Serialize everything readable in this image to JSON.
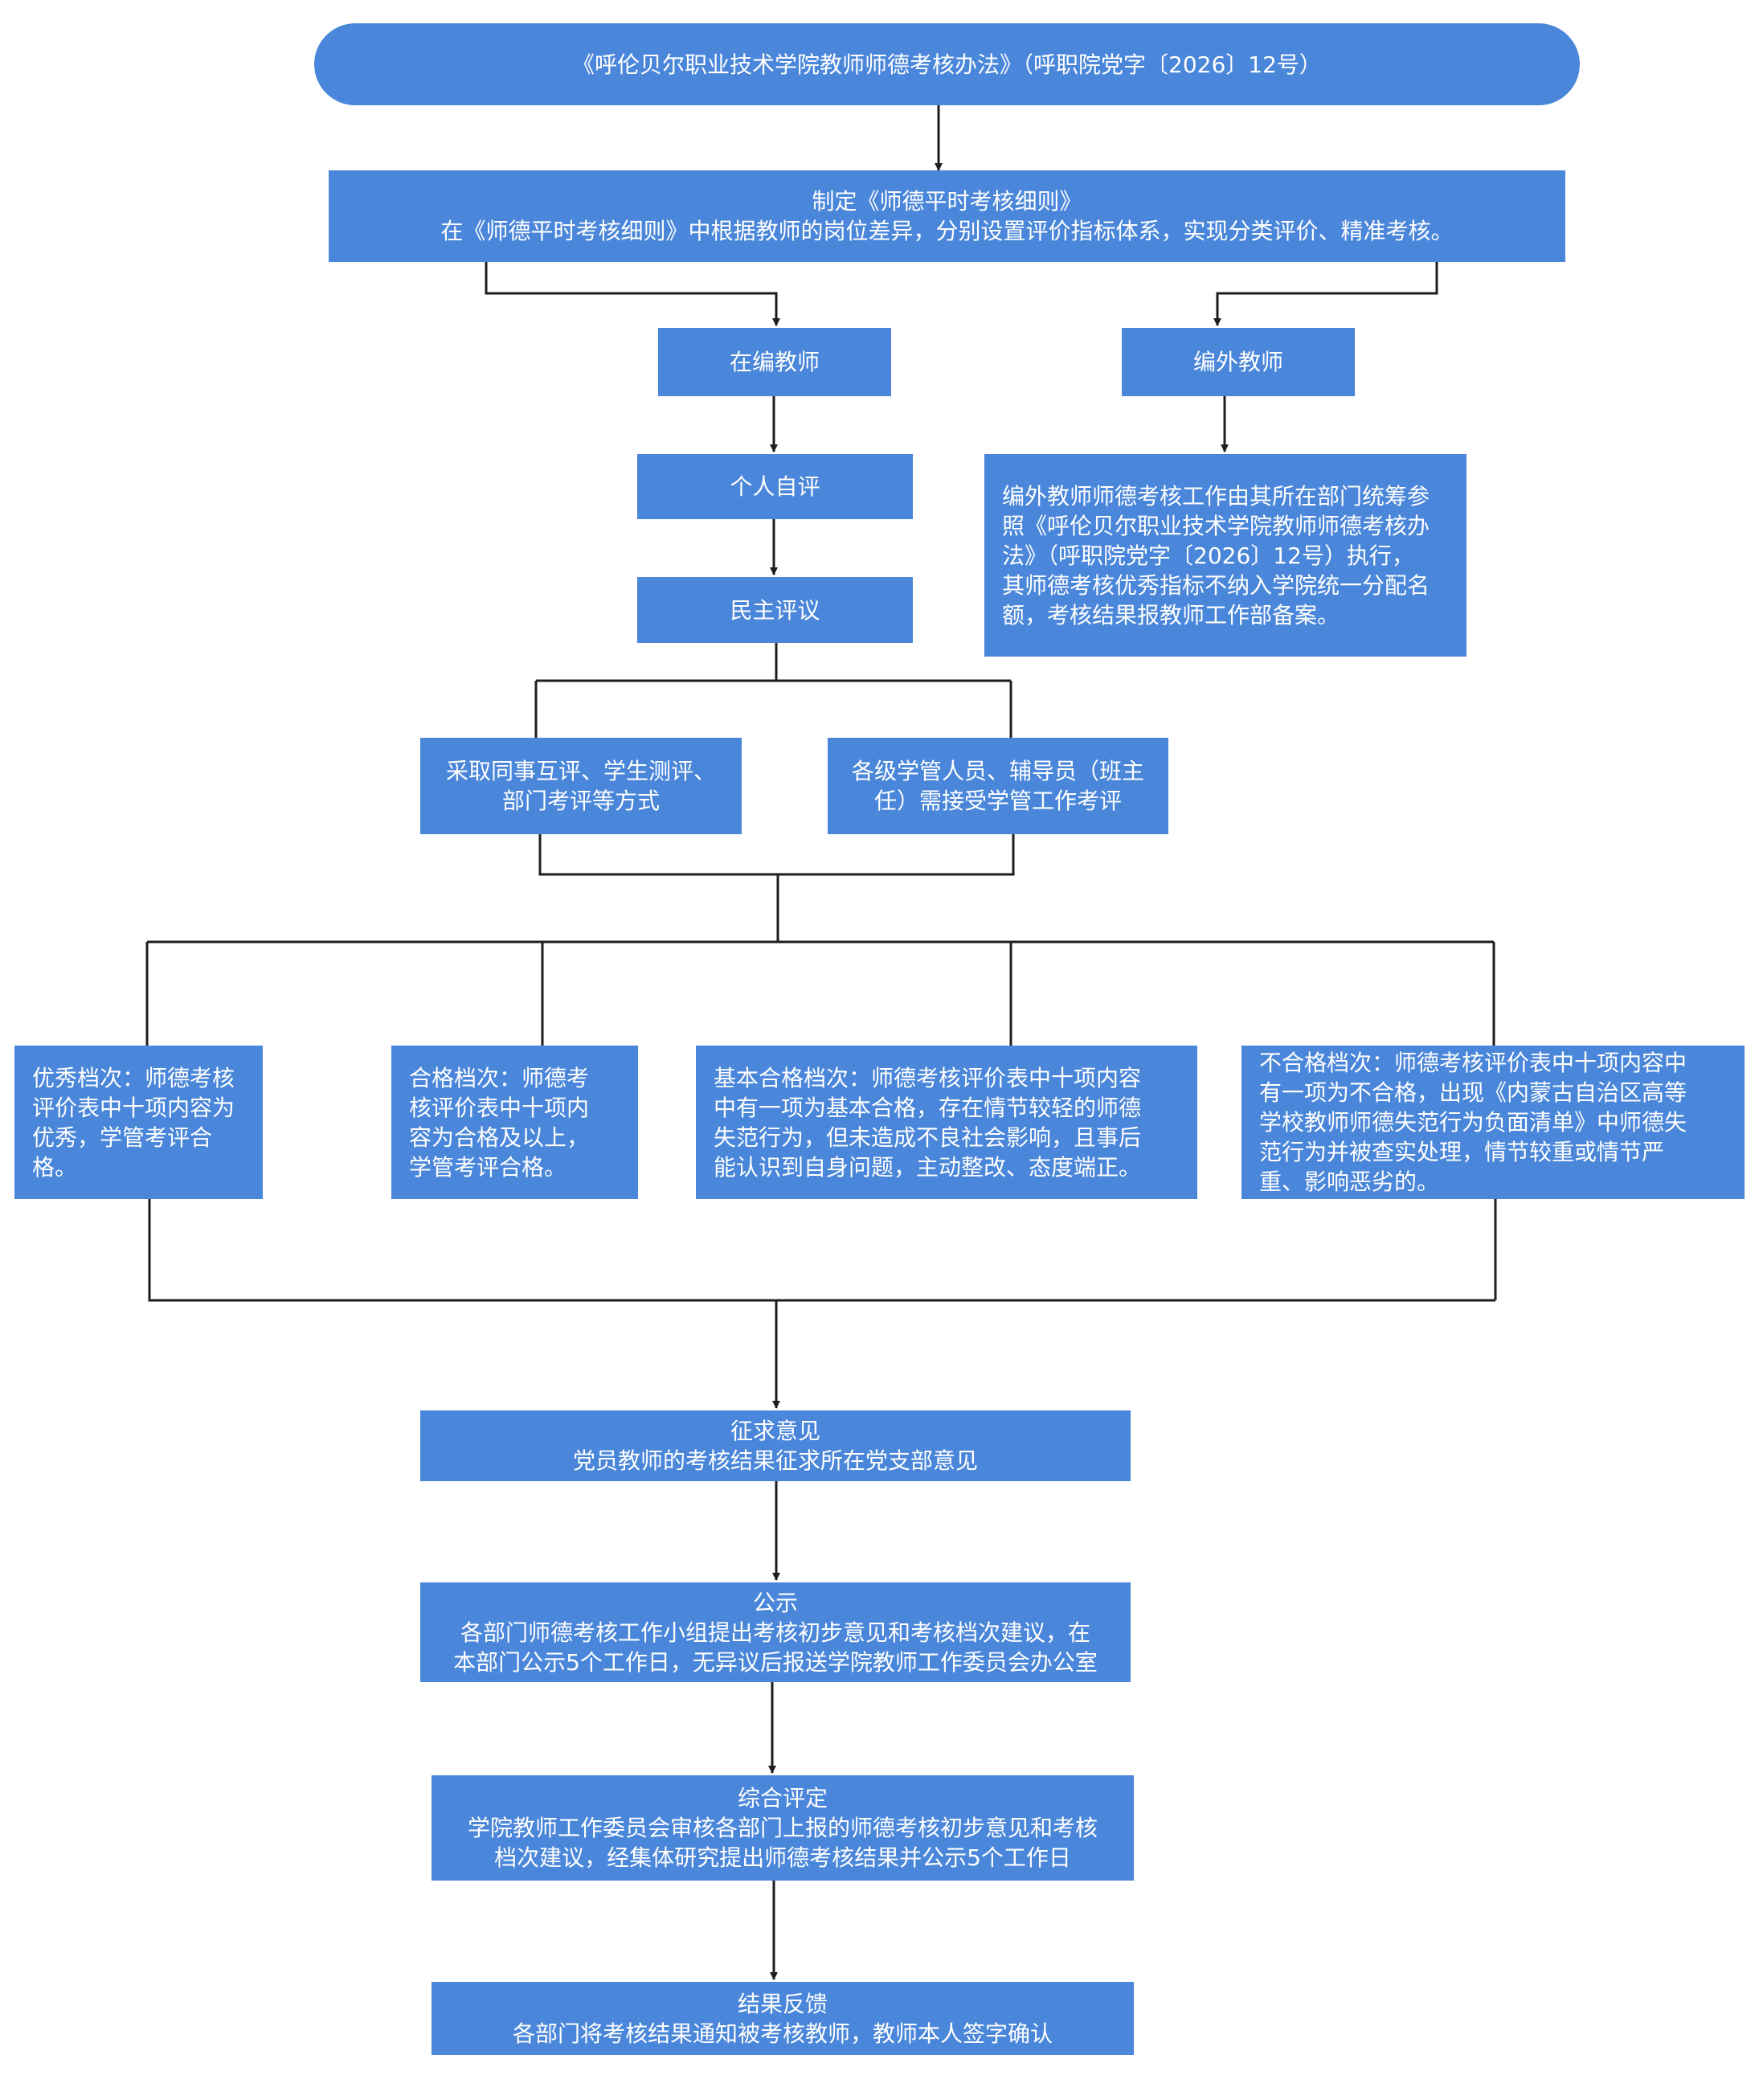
{
  "header": {
    "text": "《呼伦贝尔职业技术学院教师师德考核办法》（呼职院党字〔2026〕12号）"
  },
  "detail": {
    "title": "制定《师德平时考核细则》",
    "desc": "在《师德平时考核细则》中根据教师的岗位差异，分别设置评价指标体系，实现分类评价、精准考核。"
  },
  "branches": {
    "regular": "在编教师",
    "contract": "编外教师"
  },
  "contract_note": [
    "编外教师师德考核工作由其所在部门统筹参",
    "照《呼伦贝尔职业技术学院教师师德考核办",
    "法》（呼职院党字〔2026〕12号）执行，",
    "其师德考核优秀指标不纳入学院统一分配名",
    "额，考核结果报教师工作部备案。"
  ],
  "self_eval": "个人自评",
  "democratic": "民主评议",
  "methods": {
    "peer": [
      "采取同事互评、学生测评、",
      "部门考评等方式"
    ],
    "staff": [
      "各级学管人员、辅导员（班主",
      "任）需接受学管工作考评"
    ]
  },
  "grades": [
    {
      "lines": [
        "优秀档次：师德考核",
        "评价表中十项内容为",
        "优秀，学管考评合",
        "格。"
      ]
    },
    {
      "lines": [
        "合格档次：师德考",
        "核评价表中十项内",
        "容为合格及以上，",
        "学管考评合格。"
      ]
    },
    {
      "lines": [
        "基本合格档次：师德考核评价表中十项内容",
        "中有一项为基本合格，存在情节较轻的师德",
        "失范行为，但未造成不良社会影响，且事后",
        "能认识到自身问题，主动整改、态度端正。"
      ]
    },
    {
      "lines": [
        "不合格档次：师德考核评价表中十项内容中",
        "有一项为不合格，出现《内蒙古自治区高等",
        "学校教师师德失范行为负面清单》中师德失",
        "范行为并被查实处理，情节较重或情节严",
        "重、影响恶劣的。"
      ]
    }
  ],
  "steps": {
    "opinion": {
      "title": "征求意见",
      "lines": [
        "党员教师的考核结果征求所在党支部意见"
      ]
    },
    "publicity": {
      "title": "公示",
      "lines": [
        "各部门师德考核工作小组提出考核初步意见和考核档次建议，在",
        "本部门公示5个工作日，无异议后报送学院教师工作委员会办公室"
      ]
    },
    "evaluation": {
      "title": "综合评定",
      "lines": [
        "学院教师工作委员会审核各部门上报的师德考核初步意见和考核",
        "档次建议，经集体研究提出师德考核结果并公示5个工作日"
      ]
    },
    "feedback": {
      "title": "结果反馈",
      "lines": [
        "各部门将考核结果通知被考核教师，教师本人签字确认"
      ]
    }
  },
  "colors": {
    "box_fill": "#4a86d9",
    "text": "#ffffff",
    "line": "#1e1e1e"
  }
}
